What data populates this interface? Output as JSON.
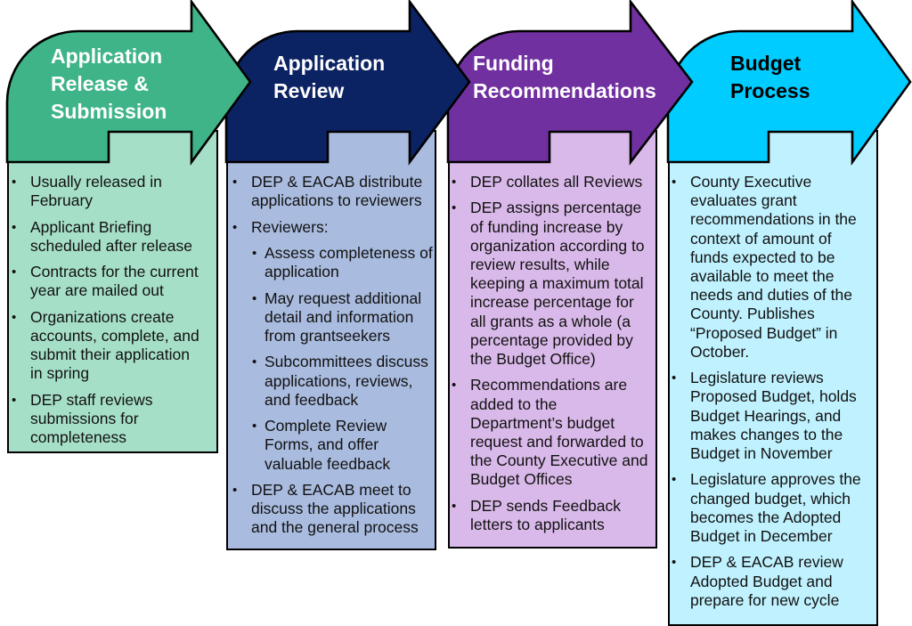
{
  "bullet_glyph": "•",
  "stages": [
    {
      "title": "Application Release & Submission",
      "arrow_color": "#3FB489",
      "box_color": "#A6DFC7",
      "title_color": "#FFFFFF",
      "items": [
        {
          "text": "Usually released in February"
        },
        {
          "text": "Applicant Briefing scheduled after release"
        },
        {
          "text": "Contracts for the current year are mailed out"
        },
        {
          "text": "Organizations create accounts, complete, and submit their application in spring"
        },
        {
          "text": "DEP staff reviews submissions for completeness"
        }
      ]
    },
    {
      "title": "Application Review",
      "arrow_color": "#0C2363",
      "box_color": "#A9BBDE",
      "title_color": "#FFFFFF",
      "items": [
        {
          "text": "DEP & EACAB distribute applications to reviewers"
        },
        {
          "text": "Reviewers:",
          "subitems": [
            {
              "text": "Assess completeness of application"
            },
            {
              "text": "May request additional detail and information from grantseekers"
            },
            {
              "text": "Subcommittees discuss applications, reviews, and feedback"
            },
            {
              "text": "Complete Review Forms, and offer valuable feedback"
            }
          ]
        },
        {
          "text": "DEP & EACAB meet to discuss the applications and the general process"
        }
      ]
    },
    {
      "title": "Funding Recommendations",
      "arrow_color": "#7030A0",
      "box_color": "#D9B9E9",
      "title_color": "#FFFFFF",
      "items": [
        {
          "text": "DEP collates all Reviews"
        },
        {
          "text": "DEP assigns percentage of funding increase by organization according to review results, while keeping a maximum total increase percentage for all grants as a whole (a percentage provided by the Budget Office)"
        },
        {
          "text": "Recommendations are added to the Department’s budget request and forwarded to the County Executive and Budget Offices"
        },
        {
          "text": "DEP sends Feedback letters to applicants"
        }
      ]
    },
    {
      "title": "Budget Process",
      "arrow_color": "#00CCFF",
      "box_color": "#BFF1FE",
      "title_color": "#000000",
      "items": [
        {
          "text": "County Executive evaluates grant recommendations in the context of amount of funds expected to be available to meet the needs and duties of the County. Publishes “Proposed Budget” in October."
        },
        {
          "text": "Legislature reviews Proposed Budget, holds Budget Hearings, and makes changes to the Budget in November"
        },
        {
          "text": "Legislature approves the changed budget, which becomes the Adopted Budget in December"
        },
        {
          "text": "DEP & EACAB review Adopted Budget and prepare for new cycle"
        }
      ]
    }
  ]
}
